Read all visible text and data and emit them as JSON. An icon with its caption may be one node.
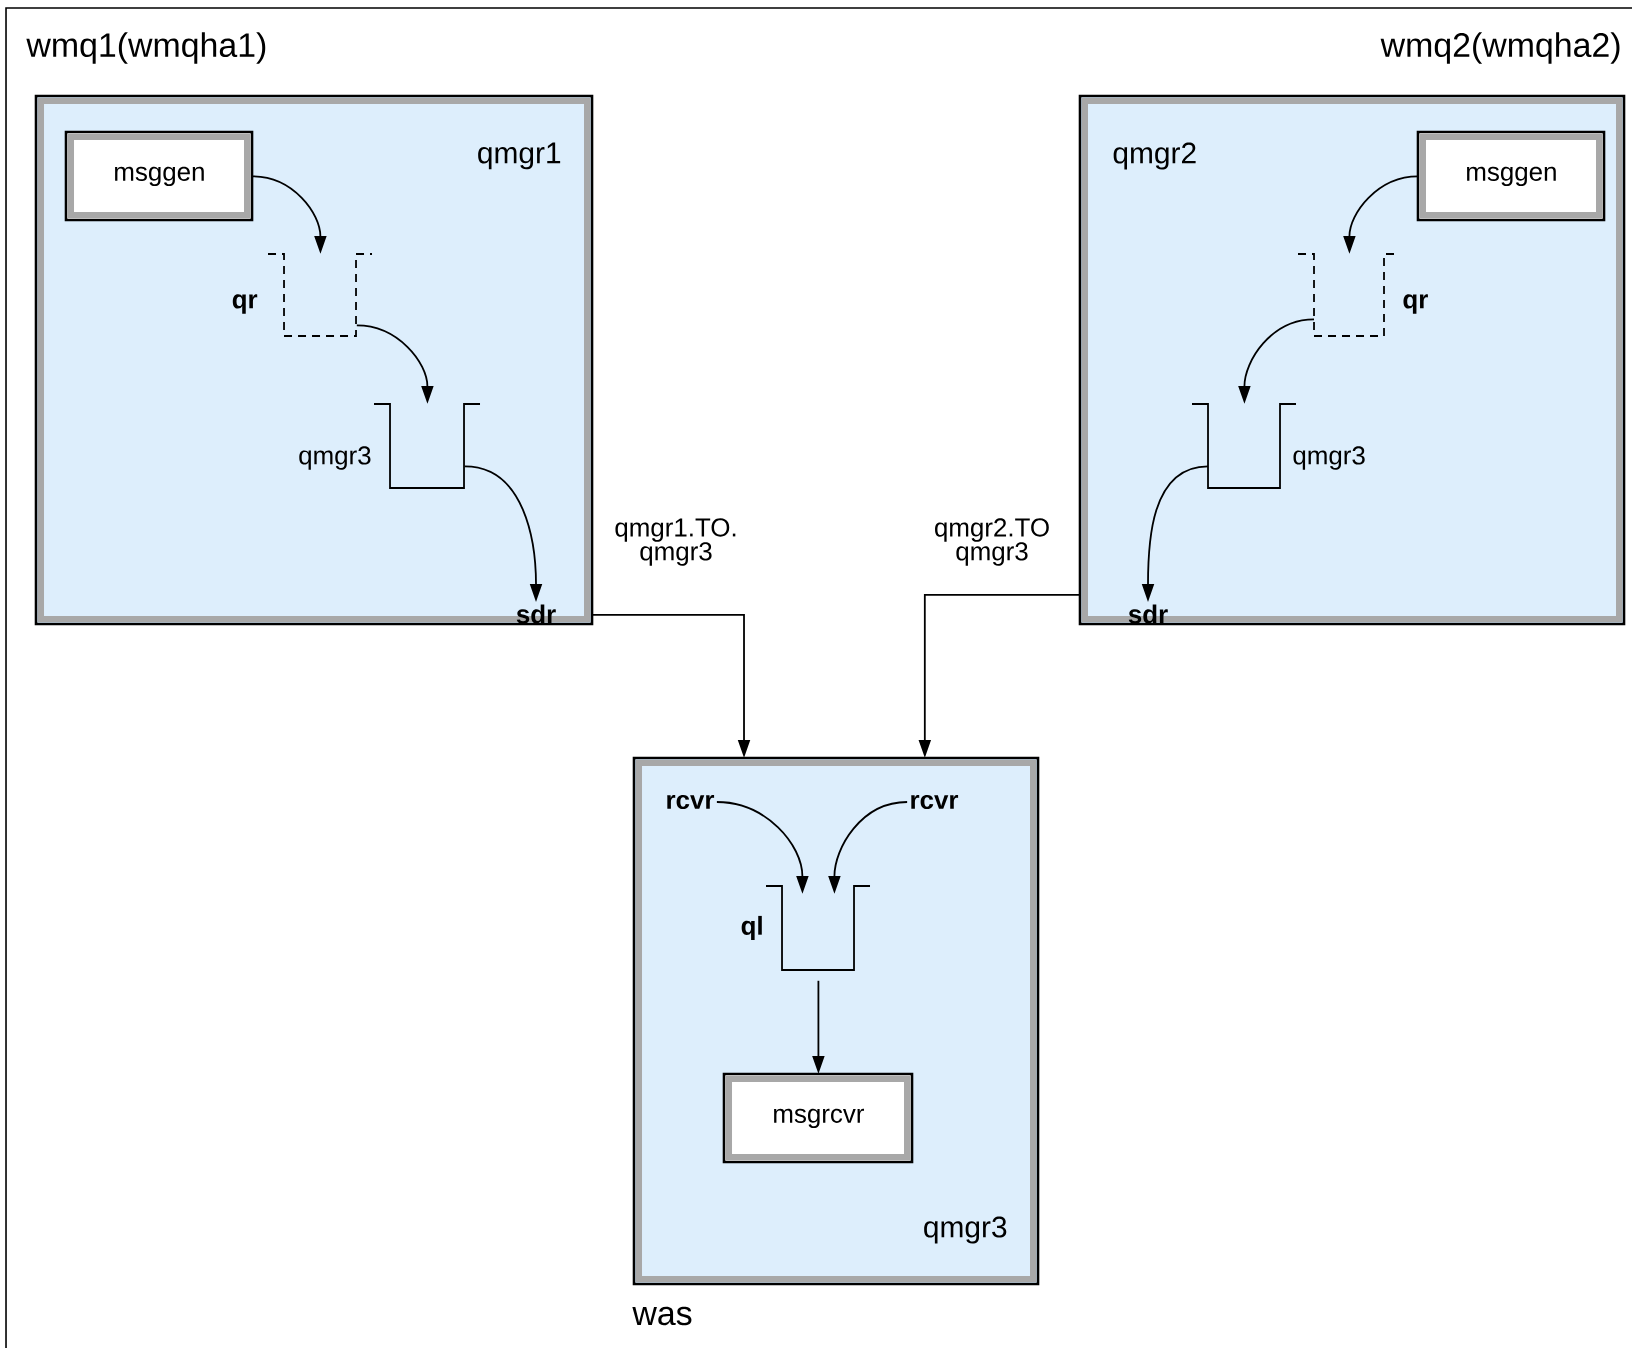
{
  "diagram": {
    "nodes": [
      {
        "text": [
          "wmq1(wmqha1)",
          "qmgr1"
        ]
      },
      {
        "text": [
          "msggen"
        ],
        "in": 0
      },
      {
        "text": [],
        "shape": "queue",
        "beside": [
          "qr"
        ],
        "in": 0
      },
      {
        "text": [],
        "shape": "queue",
        "beside": [
          "qmgr3"
        ],
        "in": 0
      },
      {
        "text": [
          "sdr"
        ],
        "in": 0
      },
      {
        "text": [
          "wmq2(wmqha2)",
          "qmgr2"
        ]
      },
      {
        "text": [
          "msggen"
        ],
        "in": 5
      },
      {
        "text": [],
        "shape": "queue",
        "beside": [
          "qr"
        ],
        "in": 5
      },
      {
        "text": [],
        "shape": "queue",
        "beside": [
          "qmgr3"
        ],
        "in": 5
      },
      {
        "text": [
          "sdr"
        ],
        "in": 5
      },
      {
        "text": [
          "qmgr3",
          "was"
        ]
      },
      {
        "text": [
          "rcvr"
        ],
        "in": 10
      },
      {
        "text": [
          "rcvr"
        ],
        "in": 10
      },
      {
        "text": [],
        "shape": "queue",
        "beside": [
          "ql"
        ],
        "in": 10
      },
      {
        "text": [
          "msgrcvr"
        ],
        "in": 10
      }
    ],
    "edges": [
      {
        "from": 1,
        "to": 2,
        "arrow": "to"
      },
      {
        "from": 2,
        "to": 3,
        "arrow": "to"
      },
      {
        "from": 3,
        "to": 4,
        "arrow": "to"
      },
      {
        "from": 6,
        "to": 7,
        "arrow": "to"
      },
      {
        "from": 7,
        "to": 8,
        "arrow": "to"
      },
      {
        "from": 8,
        "to": 9,
        "arrow": "to"
      },
      {
        "from": 0,
        "to": 10,
        "arrow": "to",
        "label": "qmgr1.TO. qmgr3"
      },
      {
        "from": 5,
        "to": 10,
        "arrow": "to",
        "label": "qmgr2.TO qmgr3"
      },
      {
        "from": 11,
        "to": 13,
        "arrow": "to"
      },
      {
        "from": 12,
        "to": 13,
        "arrow": "to"
      },
      {
        "from": 13,
        "to": 14,
        "arrow": "to"
      }
    ]
  }
}
